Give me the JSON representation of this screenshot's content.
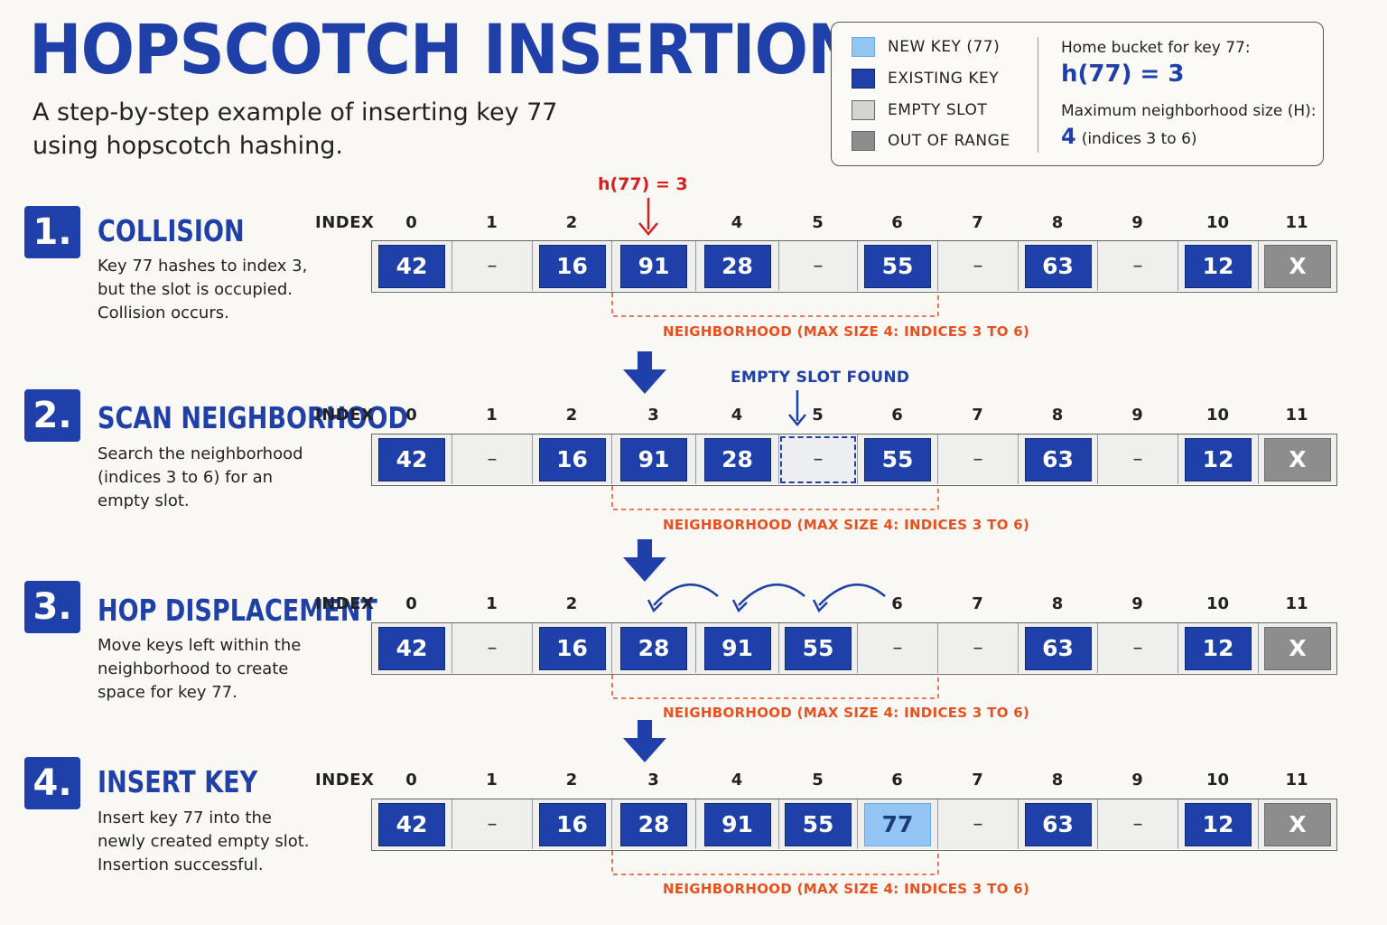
{
  "title": "HOPSCOTCH INSERTION",
  "subtitle": "A step-by-step example of inserting key 77 using hopscotch hashing.",
  "legend": {
    "items": [
      {
        "label": "NEW KEY (77)",
        "color": "#93c5f4"
      },
      {
        "label": "EXISTING KEY",
        "color": "#1e40a8"
      },
      {
        "label": "EMPTY SLOT",
        "color": "#d4d4d2"
      },
      {
        "label": "OUT OF RANGE",
        "color": "#8d8d8d"
      }
    ],
    "home_label": "Home bucket for key 77:",
    "home_value": "h(77) = 3",
    "nb_label": "Maximum neighborhood size (H):",
    "nb_value": "4",
    "nb_range": "(indices 3 to 6)"
  },
  "index_label": "INDEX",
  "neighborhood_label": "NEIGHBORHOOD (MAX SIZE 4: INDICES 3 TO 6)",
  "hash_annotation": "h(77) = 3",
  "found_annotation": "EMPTY SLOT FOUND",
  "empty_symbol": "–",
  "steps": [
    {
      "number": "1.",
      "title": "COLLISION",
      "desc": "Key 77 hashes to index 3, but the slot is occupied. Collision occurs.",
      "indices": [
        "0",
        "1",
        "2",
        "",
        "4",
        "5",
        "6",
        "7",
        "8",
        "9",
        "10",
        "11"
      ],
      "cells": [
        {
          "v": "42",
          "t": "exist"
        },
        {
          "v": "–",
          "t": "empty"
        },
        {
          "v": "16",
          "t": "exist"
        },
        {
          "v": "91",
          "t": "exist"
        },
        {
          "v": "28",
          "t": "exist"
        },
        {
          "v": "–",
          "t": "empty"
        },
        {
          "v": "55",
          "t": "exist"
        },
        {
          "v": "–",
          "t": "empty"
        },
        {
          "v": "63",
          "t": "exist"
        },
        {
          "v": "–",
          "t": "empty"
        },
        {
          "v": "12",
          "t": "exist"
        },
        {
          "v": "X",
          "t": "range"
        }
      ]
    },
    {
      "number": "2.",
      "title": "SCAN NEIGHBORHOOD",
      "desc": "Search the neighborhood (indices 3 to 6) for an empty slot.",
      "indices": [
        "0",
        "1",
        "2",
        "3",
        "4",
        "5",
        "6",
        "7",
        "8",
        "9",
        "10",
        "11"
      ],
      "cells": [
        {
          "v": "42",
          "t": "exist"
        },
        {
          "v": "–",
          "t": "empty"
        },
        {
          "v": "16",
          "t": "exist"
        },
        {
          "v": "91",
          "t": "exist"
        },
        {
          "v": "28",
          "t": "exist"
        },
        {
          "v": "–",
          "t": "found"
        },
        {
          "v": "55",
          "t": "exist"
        },
        {
          "v": "–",
          "t": "empty"
        },
        {
          "v": "63",
          "t": "exist"
        },
        {
          "v": "–",
          "t": "empty"
        },
        {
          "v": "12",
          "t": "exist"
        },
        {
          "v": "X",
          "t": "range"
        }
      ]
    },
    {
      "number": "3.",
      "title": "HOP DISPLACEMENT",
      "desc": "Move keys left within the neighborhood to create space for key 77.",
      "indices": [
        "0",
        "1",
        "2",
        "",
        "",
        "",
        "6",
        "7",
        "8",
        "9",
        "10",
        "11"
      ],
      "cells": [
        {
          "v": "42",
          "t": "exist"
        },
        {
          "v": "–",
          "t": "empty"
        },
        {
          "v": "16",
          "t": "exist"
        },
        {
          "v": "28",
          "t": "exist"
        },
        {
          "v": "91",
          "t": "exist"
        },
        {
          "v": "55",
          "t": "exist"
        },
        {
          "v": "–",
          "t": "empty"
        },
        {
          "v": "–",
          "t": "empty"
        },
        {
          "v": "63",
          "t": "exist"
        },
        {
          "v": "–",
          "t": "empty"
        },
        {
          "v": "12",
          "t": "exist"
        },
        {
          "v": "X",
          "t": "range"
        }
      ]
    },
    {
      "number": "4.",
      "title": "INSERT KEY",
      "desc": "Insert key 77 into the newly created empty slot. Insertion successful.",
      "indices": [
        "0",
        "1",
        "2",
        "3",
        "4",
        "5",
        "6",
        "7",
        "8",
        "9",
        "10",
        "11"
      ],
      "cells": [
        {
          "v": "42",
          "t": "exist"
        },
        {
          "v": "–",
          "t": "empty"
        },
        {
          "v": "16",
          "t": "exist"
        },
        {
          "v": "28",
          "t": "exist"
        },
        {
          "v": "91",
          "t": "exist"
        },
        {
          "v": "55",
          "t": "exist"
        },
        {
          "v": "77",
          "t": "new"
        },
        {
          "v": "–",
          "t": "empty"
        },
        {
          "v": "63",
          "t": "exist"
        },
        {
          "v": "–",
          "t": "empty"
        },
        {
          "v": "12",
          "t": "exist"
        },
        {
          "v": "X",
          "t": "range"
        }
      ]
    }
  ]
}
